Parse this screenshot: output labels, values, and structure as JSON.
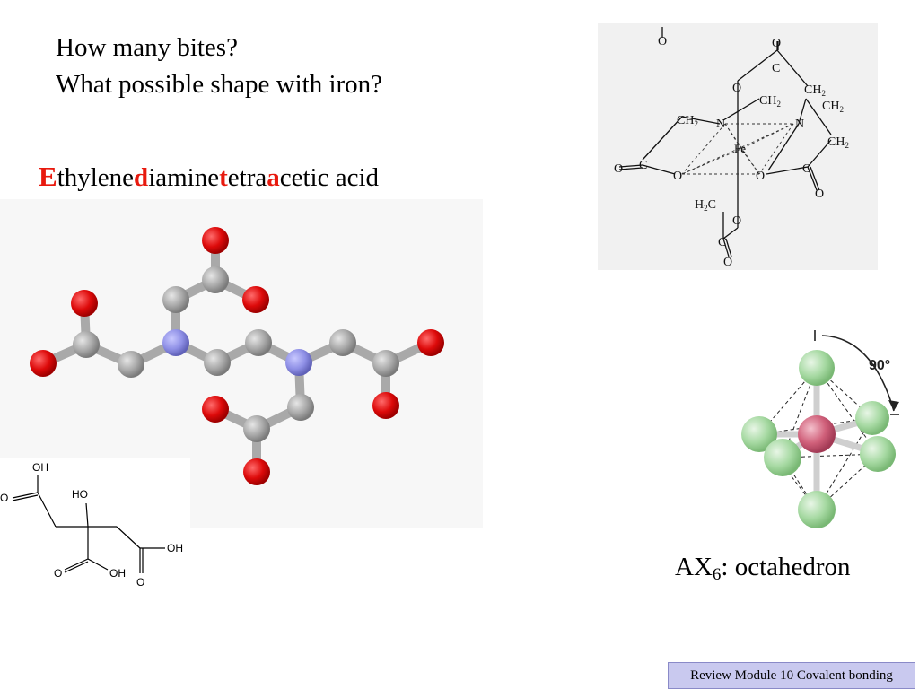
{
  "questions": {
    "line1": "How many bites?",
    "line2": "What possible shape with iron?"
  },
  "acid_name": {
    "parts": [
      {
        "text": "E",
        "highlight": true
      },
      {
        "text": "thylene",
        "highlight": false
      },
      {
        "text": "d",
        "highlight": true
      },
      {
        "text": "iamine",
        "highlight": false
      },
      {
        "text": "t",
        "highlight": true
      },
      {
        "text": "etra",
        "highlight": false
      },
      {
        "text": "a",
        "highlight": true
      },
      {
        "text": "cetic acid",
        "highlight": false
      }
    ]
  },
  "citric_labels": {
    "oh_top": "OH",
    "o_left": "O",
    "ho_center": "HO",
    "oh_right": "OH",
    "o_bottom_left": "O",
    "oh_bottom": "OH",
    "o_bottom_right": "O"
  },
  "complex_labels": {
    "o": "O",
    "c": "C",
    "n": "N",
    "fe": "Fe",
    "ch2": "CH",
    "h2c": "H",
    "sub2": "2"
  },
  "octahedron": {
    "angle_label": "90°"
  },
  "ax6": {
    "prefix": "AX",
    "subscript": "6",
    "suffix": ": octahedron"
  },
  "footer": {
    "text": "Review Module 10 Covalent bonding"
  },
  "colors": {
    "highlight_red": "#e8190e",
    "oxygen": "#dd0a0a",
    "carbon": "#a8a8a8",
    "nitrogen": "#8f90e6",
    "footer_bg": "#c9c9ef",
    "central_atom": "#d0607a",
    "ligand": "#a6d9a2"
  }
}
